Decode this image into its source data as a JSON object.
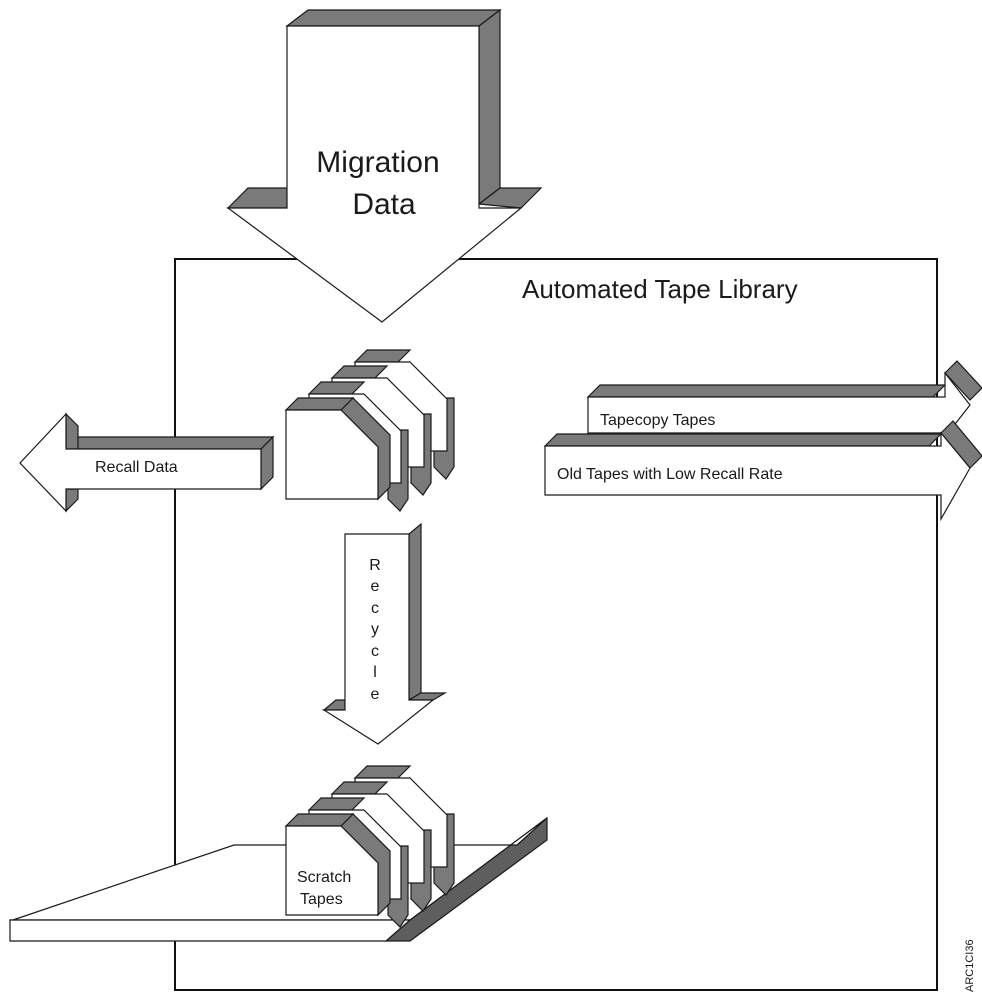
{
  "diagram": {
    "migration_label_line1": "Migration",
    "migration_label_line2": "Data",
    "library_title": "Automated Tape Library",
    "recall_label": "Recall Data",
    "tapecopy_label": "Tapecopy Tapes",
    "old_tapes_label": "Old Tapes with Low Recall Rate",
    "recycle_letters": [
      "R",
      "e",
      "c",
      "y",
      "c",
      "l",
      "e"
    ],
    "scratch_line1": "Scratch",
    "scratch_line2": "Tapes",
    "figure_id": "ARC1CI36"
  }
}
